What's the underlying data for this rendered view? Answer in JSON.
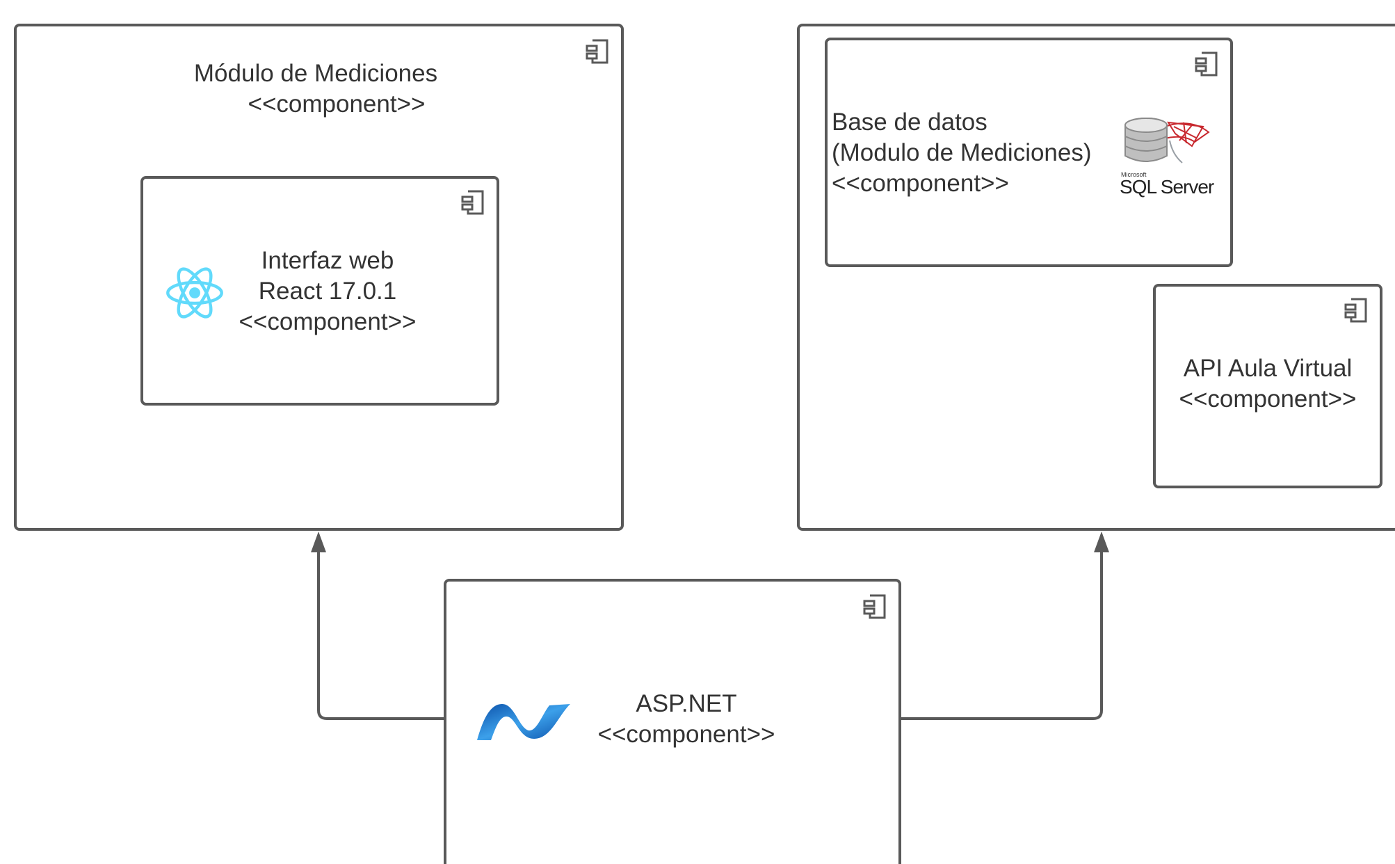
{
  "colors": {
    "stroke": "#595959",
    "text": "#333333",
    "react": "#61dafb",
    "sql_red": "#c8282e",
    "net_blue": "#1e7fd6"
  },
  "modulo": {
    "title": "Módulo de Mediciones",
    "stereotype": "<<component>>",
    "icon": "uml-component-icon"
  },
  "interfaz": {
    "line1": "Interfaz web",
    "line2": "React 17.0.1",
    "stereotype": "<<component>>",
    "icon": "react-logo-icon"
  },
  "basedatos": {
    "line1": "Base de datos",
    "line2": "(Modulo de Mediciones)",
    "stereotype": "<<component>>",
    "logo_small": "Microsoft",
    "logo_text": "SQL Server",
    "icon": "sql-server-logo-icon"
  },
  "api": {
    "line1": "API Aula Virtual",
    "stereotype": "<<component>>"
  },
  "aspnet": {
    "title": "ASP.NET",
    "stereotype": "<<component>>",
    "icon": "dotnet-logo-icon"
  }
}
